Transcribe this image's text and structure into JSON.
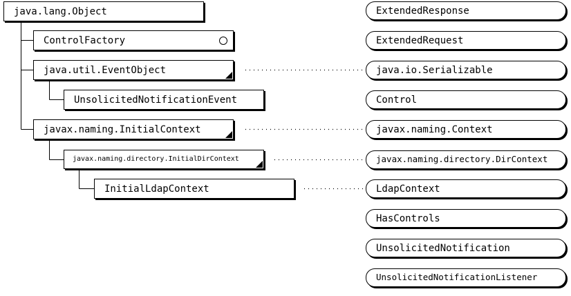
{
  "classes": {
    "object": "java.lang.Object",
    "control_factory": "ControlFactory",
    "event_object": "java.util.EventObject",
    "unsolicited_event": "UnsolicitedNotificationEvent",
    "initial_context": "javax.naming.InitialContext",
    "initial_dir_context": "javax.naming.directory.InitialDirContext",
    "initial_ldap_context": "InitialLdapContext"
  },
  "interfaces": {
    "extended_response": "ExtendedResponse",
    "extended_request": "ExtendedRequest",
    "serializable": "java.io.Serializable",
    "control": "Control",
    "naming_context": "javax.naming.Context",
    "dir_context": "javax.naming.directory.DirContext",
    "ldap_context": "LdapContext",
    "has_controls": "HasControls",
    "unsolicited_notification": "UnsolicitedNotification",
    "unsolicited_notification_listener": "UnsolicitedNotificationListener"
  }
}
